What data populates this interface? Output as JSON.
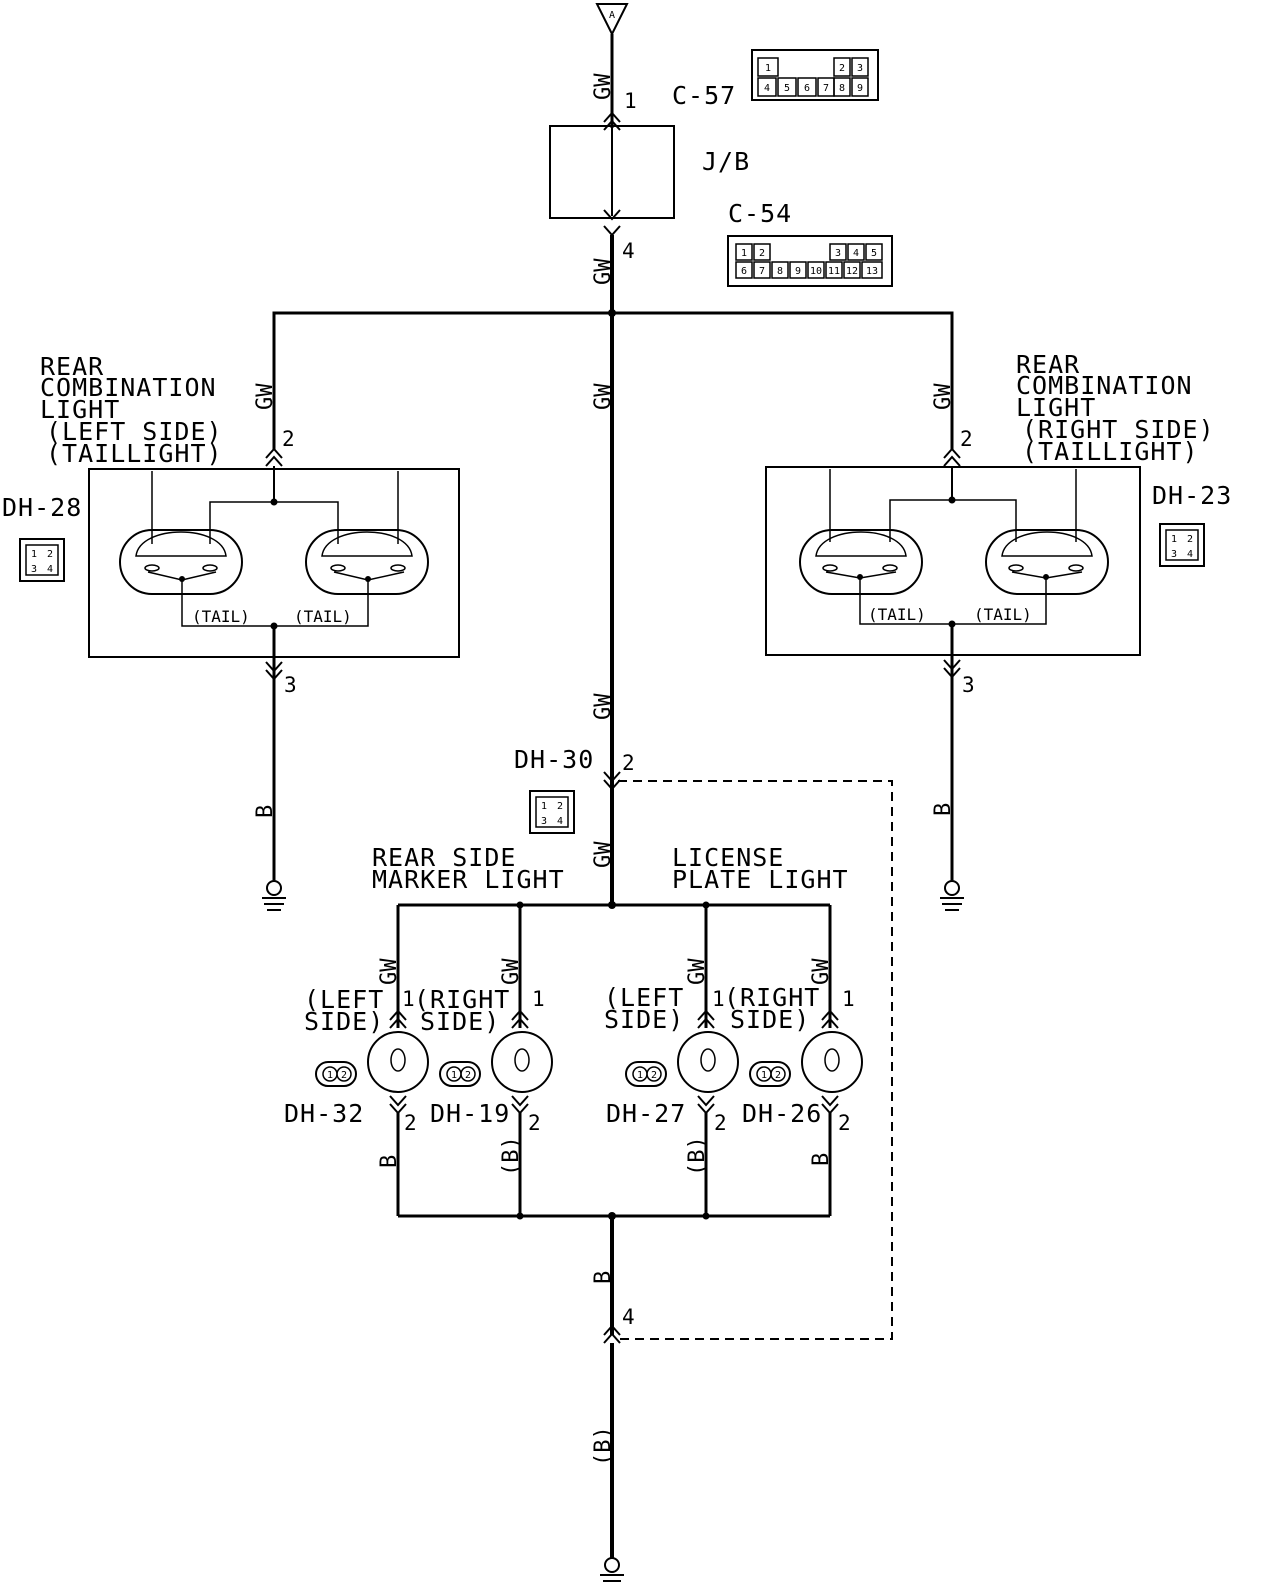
{
  "feed": {
    "label": "A"
  },
  "junction_block": {
    "label": "J/B",
    "input_connector": {
      "id": "C-57",
      "pin": "1",
      "wire": "GW",
      "pins": [
        "1",
        "2",
        "3",
        "4",
        "5",
        "6",
        "7",
        "8",
        "9"
      ]
    },
    "output_connector": {
      "id": "C-54",
      "pin": "4",
      "wire": "GW",
      "pins": [
        "1",
        "2",
        "3",
        "4",
        "5",
        "6",
        "7",
        "8",
        "9",
        "10",
        "11",
        "12",
        "13"
      ]
    }
  },
  "trunk_wire": {
    "color": "GW"
  },
  "rear_combination_left": {
    "title_lines": [
      "REAR",
      "COMBINATION",
      "LIGHT",
      "(LEFT SIDE)",
      "(TAILLIGHT)"
    ],
    "connector": {
      "id": "DH-28",
      "pins": [
        "1",
        "2",
        "3",
        "4"
      ]
    },
    "in_pin": "2",
    "in_wire": "GW",
    "out_pin": "3",
    "out_wire": "B",
    "bulb_labels": [
      "(TAIL)",
      "(TAIL)"
    ]
  },
  "rear_combination_right": {
    "title_lines": [
      "REAR",
      "COMBINATION",
      "LIGHT",
      "(RIGHT SIDE)",
      "(TAILLIGHT)"
    ],
    "connector": {
      "id": "DH-23",
      "pins": [
        "1",
        "2",
        "3",
        "4"
      ]
    },
    "in_pin": "2",
    "in_wire": "GW",
    "out_pin": "3",
    "out_wire": "B",
    "bulb_labels": [
      "(TAIL)",
      "(TAIL)"
    ]
  },
  "mid_connector": {
    "id": "DH-30",
    "pin_in": "2",
    "pin_return": "4",
    "pins": [
      "1",
      "2",
      "3",
      "4"
    ],
    "wire_in": "GW",
    "wire_mid": "GW",
    "wire_return": "B",
    "wire_ground": "(B)"
  },
  "group_titles": {
    "side_marker": [
      "REAR SIDE",
      "MARKER LIGHT"
    ],
    "license_plate": [
      "LICENSE",
      "PLATE LIGHT"
    ]
  },
  "lamps": [
    {
      "side": [
        "(LEFT",
        "SIDE)"
      ],
      "connector": "DH-32",
      "pin_in": "1",
      "pin_out": "2",
      "wire_in": "GW",
      "wire_out": "B"
    },
    {
      "side": [
        "(RIGHT",
        "SIDE)"
      ],
      "connector": "DH-19",
      "pin_in": "1",
      "pin_out": "2",
      "wire_in": "GW",
      "wire_out": "(B)"
    },
    {
      "side": [
        "(LEFT",
        "SIDE)"
      ],
      "connector": "DH-27",
      "pin_in": "1",
      "pin_out": "2",
      "wire_in": "GW",
      "wire_out": "(B)"
    },
    {
      "side": [
        "(RIGHT",
        "SIDE)"
      ],
      "connector": "DH-26",
      "pin_in": "1",
      "pin_out": "2",
      "wire_in": "GW",
      "wire_out": "B"
    }
  ],
  "lamp_connector_pins": [
    "1",
    "2"
  ]
}
